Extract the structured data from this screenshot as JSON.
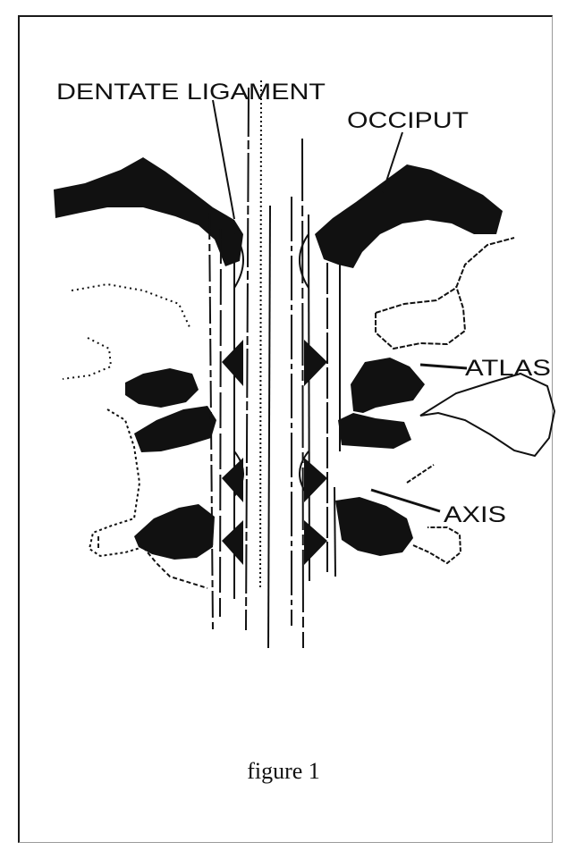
{
  "labels": {
    "dentate_ligament": "DENTATE LIGAMENT",
    "occiput": "OCCIPUT",
    "atlas": "ATLAS",
    "axis": "AXIS"
  },
  "caption": "figure 1",
  "colors": {
    "ink": "#111111",
    "paper": "#ffffff"
  }
}
